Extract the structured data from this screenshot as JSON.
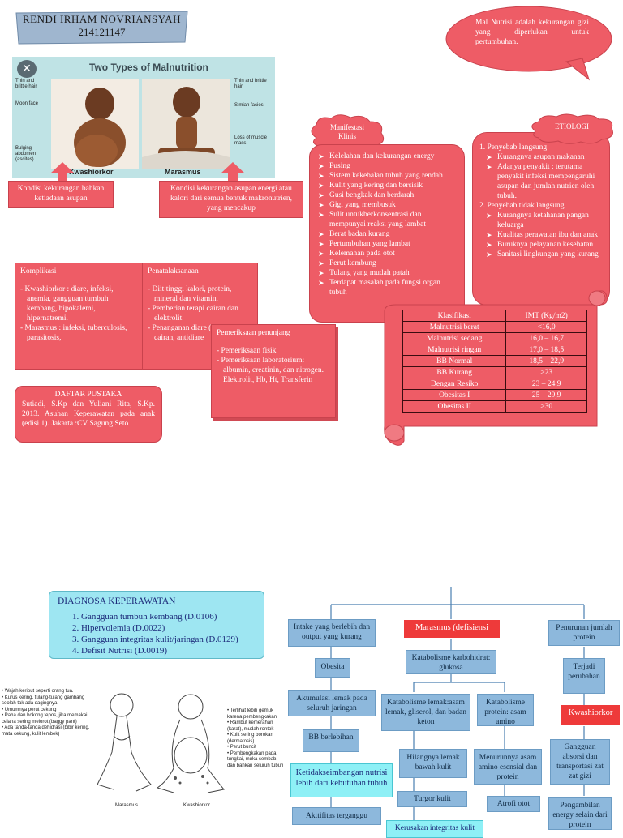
{
  "header": {
    "name": "RENDI IRHAM NOVRIANSYAH",
    "nim": "214121147"
  },
  "definition": "Mal Nutrisi adalah kekurangan gizi yang diperlukan untuk pertumbuhan.",
  "illustration": {
    "title": "Two Types of Malnutrition",
    "left_labels": [
      "Thin and brittle hair",
      "Moon face",
      "Bulging abdomen (ascites)"
    ],
    "right_labels": [
      "Thin and brittle hair",
      "Simian facies",
      "Loss of muscle mass"
    ],
    "left_caption": "Kwashiorkor",
    "right_caption": "Marasmus"
  },
  "captions": {
    "left": "Kondisi kekurangan bahkan ketiadaan asupan",
    "right": "Kondisi kekurangan asupan energi atau kalori dari semua bentuk makronutrien, yang mencakup"
  },
  "manifestasi": {
    "title": "Manifestasi Klinis",
    "items": [
      "Kelelahan dan kekurangan energy",
      "Pusing",
      "Sistem kekebalan tubuh yang rendah",
      "Kulit yang kering dan bersisik",
      "Gusi bengkak dan berdarah",
      "Gigi yang membusuk",
      "Sulit untukberkonsentrasi dan mempunyai reaksi yang lambat",
      "Berat badan kurang",
      "Pertumbuhan yang lambat",
      "Kelemahan pada otot",
      "Perut kembung",
      "Tulang yang mudah patah",
      "Terdapat masalah pada fungsi organ tubuh"
    ]
  },
  "etiologi": {
    "title": "ETIOLOGI",
    "sections": [
      {
        "heading": "1.  Penyebab langsung",
        "items": [
          "Kurangnya asupan makanan",
          "Adanya penyakit : terutama penyakit infeksi mempengaruhi asupan dan jumlah nutrien oleh tubuh."
        ]
      },
      {
        "heading": "2.  Penyebab tidak langsung",
        "items": [
          "Kurangnya ketahanan pangan keluarga",
          "Kualitas perawatan ibu dan anak",
          "Buruknya pelayanan kesehatan",
          "Sanitasi lingkungan yang kurang"
        ]
      }
    ]
  },
  "klasifikasi": {
    "headers": [
      "Klasifikasi",
      "IMT (Kg/m2)"
    ],
    "rows": [
      [
        "Malnutrisi berat",
        "<16,0"
      ],
      [
        "Malnutrisi sedang",
        "16,0 – 16,7"
      ],
      [
        "Malnutrisi ringan",
        "17,0 – 18,5"
      ],
      [
        "BB Normal",
        "18,5 – 22,9"
      ],
      [
        "BB Kurang",
        ">23"
      ],
      [
        "Dengan Resiko",
        "23 – 24,9"
      ],
      [
        "Obesitas I",
        "25 – 29,9"
      ],
      [
        "Obesitas II",
        ">30"
      ]
    ]
  },
  "komplikasi": {
    "title": "Komplikasi",
    "items": [
      "- Kwashiorkor : diare, infeksi, anemia, gangguan tumbuh kembang, hipokalemi, hipernatremi.",
      "- Marasmus : infeksi, tuberculosis, parasitosis,"
    ]
  },
  "penatalaksanaan": {
    "title": "Penatalaksanaan",
    "items": [
      "- Diit tinggi kalori, protein, mineral dan vitamin.",
      "- Pemberian terapi cairan dan elektrolit",
      "- Penanganan diare (bila ada) : cairan, antidiare"
    ]
  },
  "pemeriksaan": {
    "title": "Pemeriksaan penunjang",
    "items": [
      "- Pemeriksaan fisik",
      "- Pemeriksaan laboratorium: albumin, creatinin, dan nitrogen. Elektrolit, Hb, Ht, Transferin"
    ]
  },
  "daftar": {
    "title": "DAFTAR PUSTAKA",
    "text": "Sutiadi, S.Kp dan Yuliani Rita, S.Kp. 2013. Asuhan Keperawatan pada anak (edisi 1). Jakarta :CV Sagung Seto"
  },
  "diagnosa": {
    "title": "DIAGNOSA KEPERAWATAN",
    "items": [
      "1.   Gangguan tumbuh kembang (D.0106)",
      "2.   Hipervolemia (D.0022)",
      "3.   Gangguan integritas kulit/jaringan (D.0129)",
      "4.   Defisit Nutrisi (D.0019)"
    ]
  },
  "figure2": {
    "marasmus_notes": [
      "• Wajah keriput seperti orang tua.",
      "• Kurus kering, tulang-tulang gambang seolah tak ada dagingnya.",
      "• Umumnya perut cekung",
      "• Paha dan bokong tepos, jika memakai celana sering melorot (baggy pant)",
      "• Ada tanda-tanda dehidrasi (bibir kering, mata cekung, kulit lembek)"
    ],
    "kwashiorkor_notes": [
      "• Terlihat lebih gemuk karena pembengkakan",
      "• Rambut kemerahan (karat), mudah rontok",
      "• Kulit sering borokan (dermatosis)",
      "• Perut buncit",
      "• Pembengkakan pada tungkai, muka sembab, dan bahkan seluruh tubuh"
    ],
    "marasmus_label": "Marasmus",
    "kwashiorkor_label": "Kwashiorkor"
  },
  "flow": {
    "col1": [
      "Intake yang berlebih dan output yang kurang",
      "Obesita",
      "Akumulasi lemak pada seluruh jaringan",
      "BB berlebihan",
      "Ketidakseimbangan nutrisi lebih dari kebutuhan tubuh",
      "Akttifitas terganggu"
    ],
    "col2_top": "Marasmus (defisiensi",
    "col2_mid": "Katabolisme karbohidrat: glukosa",
    "col2a": [
      "Katabolisme lemak:asam lemak, gliserol, dan badan keton",
      "Hilangnya lemak bawah kulit",
      "Turgor kulit"
    ],
    "col2b": [
      "Katabolisme protein: asam amino",
      "Menurunnya asam amino esensial dan protein",
      "Atrofi otot"
    ],
    "col2_bottom": "Kerusakan integritas kulit",
    "col3": [
      "Penurunan jumlah protein",
      "Terjadi perubahan",
      "Kwashiorkor",
      "Gangguan absorsi dan transportasi zat zat gizi",
      "Pengambilan energy selain dari protein"
    ]
  }
}
